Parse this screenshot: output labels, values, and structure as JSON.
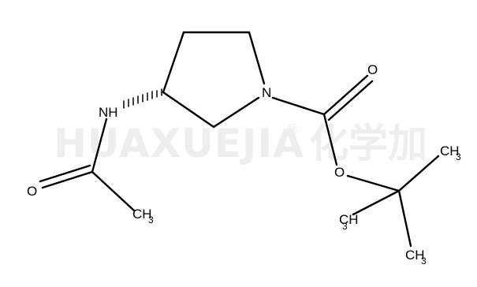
{
  "watermark": {
    "text": "HUAXUEJIA",
    "registered": "®",
    "chinese": "化学加"
  },
  "atoms": {
    "ring_nitrogen": "N",
    "amide_nitrogen": "NH",
    "acetyl_oxygen": "O",
    "carbonyl_oxygen": "O",
    "ester_oxygen": "O",
    "acetyl_methyl": {
      "main": "CH",
      "sub": "3"
    },
    "tbu_methyl_top": {
      "main": "CH",
      "sub": "3"
    },
    "tbu_methyl_left": {
      "main": "CH",
      "sub": "3"
    },
    "tbu_methyl_bottom": {
      "main": "CH",
      "sub": "3"
    }
  }
}
